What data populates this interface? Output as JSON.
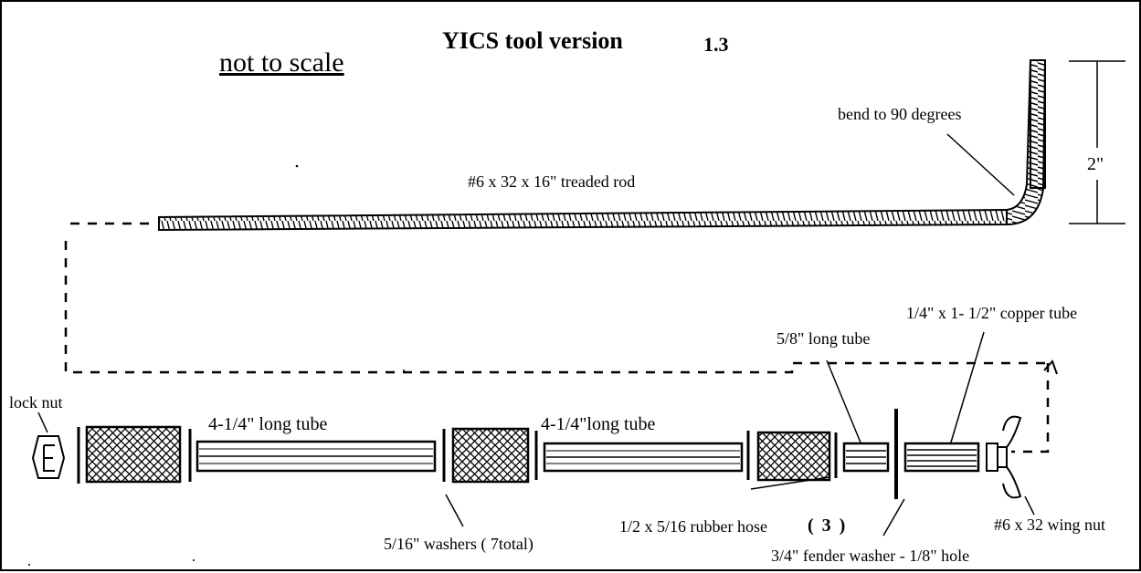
{
  "title": "YICS tool version",
  "version": "1.3",
  "scale_note": "not to scale",
  "labels": {
    "threaded_rod": "#6 x 32 x 16\" treaded rod",
    "bend": "bend to 90 degrees",
    "bend_height": "2\"",
    "lock_nut": "lock nut",
    "long_tube_1": "4-1/4\" long tube",
    "long_tube_2": "4-1/4\"long tube",
    "short_tube": "5/8\" long tube",
    "copper_tube": "1/4\" x 1- 1/2\"  copper tube",
    "washers": "5/16\" washers (  7total)",
    "rubber_hose": "1/2 x 5/16 rubber hose",
    "rubber_hose_qty": "( 3 )",
    "fender_washer": "3/4\" fender washer - 1/8\" hole",
    "wing_nut": "#6 x 32 wing nut"
  }
}
